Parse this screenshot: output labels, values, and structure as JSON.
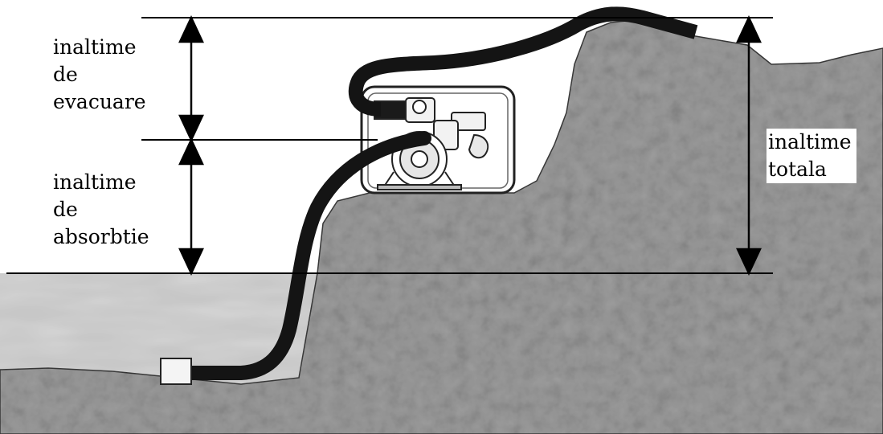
{
  "labels": {
    "discharge_height": [
      "inaltime",
      "de",
      "evacuare"
    ],
    "suction_height": [
      "inaltime",
      "de",
      "absorbtie"
    ],
    "total_height": [
      "inaltime",
      "totala"
    ]
  },
  "colors": {
    "rock": "#9c9c9c",
    "water": "#c4c4c4",
    "hose": "#141414",
    "line": "#000000"
  }
}
